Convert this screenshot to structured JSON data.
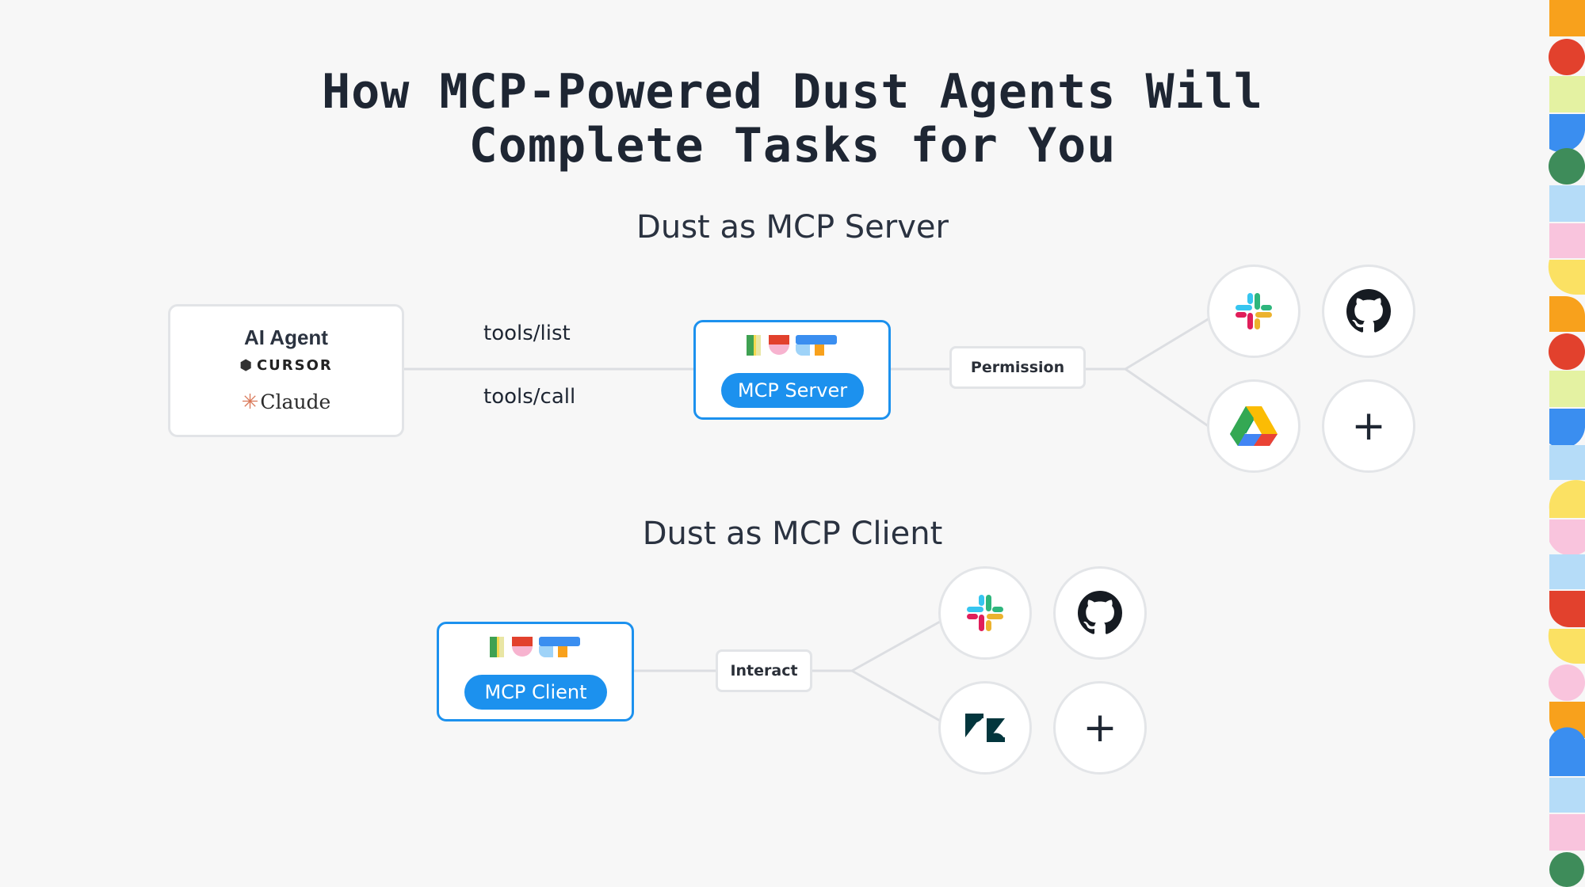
{
  "title": {
    "line1": "How MCP-Powered Dust Agents Will",
    "line2": "Complete Tasks for You"
  },
  "server_section": {
    "heading": "Dust as MCP Server",
    "agent_box": {
      "title": "AI Agent",
      "cursor_label": "CURSOR",
      "claude_label": "Claude"
    },
    "edge_top_label": "tools/list",
    "edge_bottom_label": "tools/call",
    "dust_pill": "MCP Server",
    "connector_label": "Permission",
    "integrations": [
      "slack-icon",
      "github-icon",
      "google-drive-icon",
      "plus-icon"
    ],
    "plus_label": "+"
  },
  "client_section": {
    "heading": "Dust as MCP Client",
    "dust_pill": "MCP Client",
    "connector_label": "Interact",
    "integrations": [
      "slack-icon",
      "github-icon",
      "zendesk-icon",
      "plus-icon"
    ],
    "plus_label": "+"
  },
  "colors": {
    "accent_blue": "#1c91ee",
    "border_gray": "#e2e4e7",
    "background": "#f7f7f7",
    "text_dark": "#1e2633"
  }
}
